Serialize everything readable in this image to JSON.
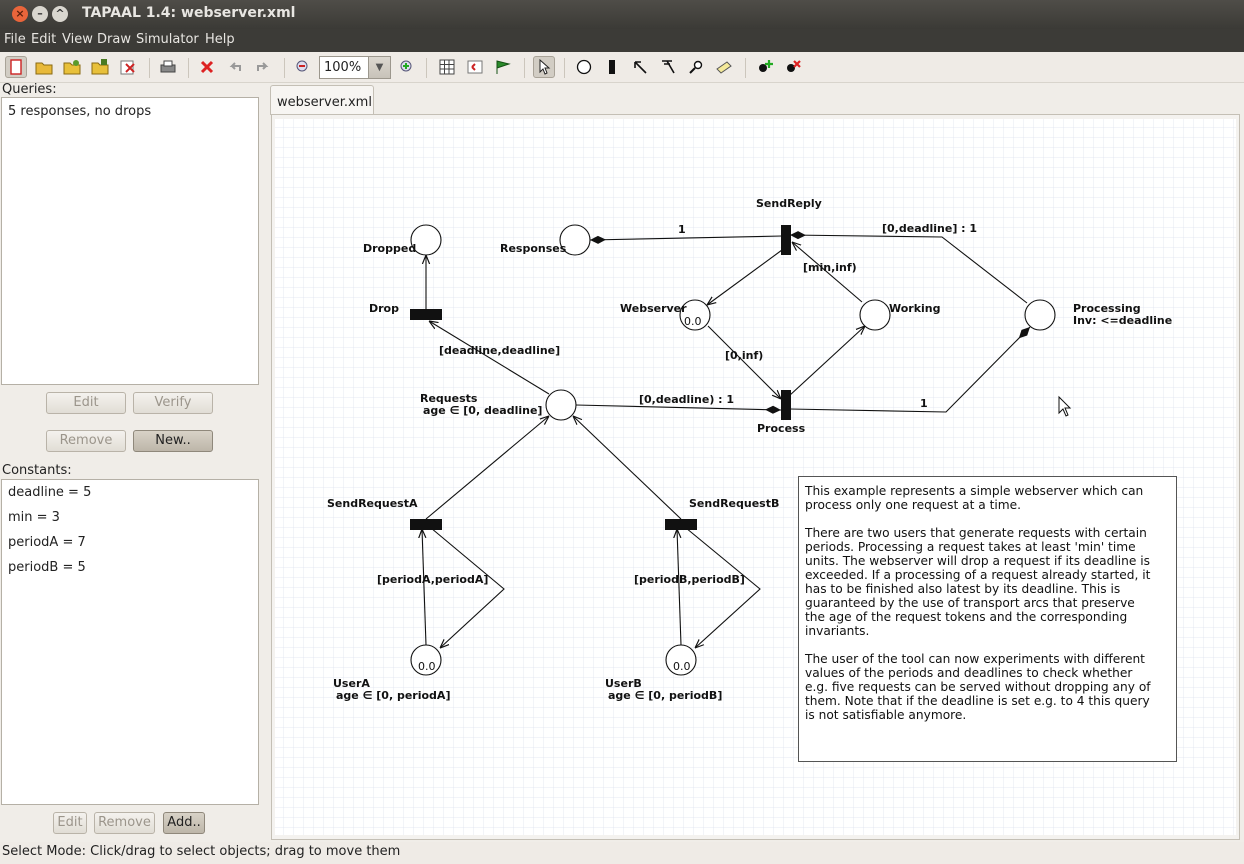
{
  "window": {
    "title": "TAPAAL 1.4: webserver.xml"
  },
  "menu": [
    "File",
    "Edit",
    "View",
    "Draw",
    "Simulator",
    "Help"
  ],
  "toolbar": {
    "zoom": "100%"
  },
  "queries": {
    "label": "Queries:",
    "items": [
      "5 responses, no drops"
    ],
    "edit": "Edit",
    "verify": "Verify",
    "remove": "Remove",
    "new": "New.."
  },
  "constants": {
    "label": "Constants:",
    "items": [
      "deadline = 5",
      "min = 3",
      "periodA = 7",
      "periodB = 5"
    ],
    "edit": "Edit",
    "remove": "Remove",
    "add": "Add.."
  },
  "tab": {
    "label": "webserver.xml"
  },
  "net": {
    "places": {
      "dropped": "Dropped",
      "responses": "Responses",
      "webserver": "Webserver",
      "working": "Working",
      "processing": "Processing",
      "processing_inv": "Inv: <=deadline",
      "requests": "Requests",
      "requests_inv": "age ∈ [0, deadline]",
      "usera": "UserA",
      "usera_inv": "age ∈ [0, periodA]",
      "userb": "UserB",
      "userb_inv": "age ∈ [0, periodB]"
    },
    "tokens": {
      "webserver": "0.0",
      "usera": "0.0",
      "userb": "0.0"
    },
    "transitions": {
      "drop": "Drop",
      "sendreply": "SendReply",
      "process": "Process",
      "sendrequesta": "SendRequestA",
      "sendrequestb": "SendRequestB"
    },
    "arcs": {
      "reply_weight": "1",
      "processing_to_reply": "[0,deadline] : 1",
      "working_to_reply": "[min,inf)",
      "webserver_to_process": "[0,inf)",
      "requests_to_process": "[0,deadline) : 1",
      "process_to_processing": "1",
      "requests_to_drop": "[deadline,deadline]",
      "usera_loop": "[periodA,periodA]",
      "userb_loop": "[periodB,periodB]"
    }
  },
  "note": {
    "p1": "This example represents a simple webserver which can\nprocess only one request at a time.",
    "p2": "There are two users that generate requests with certain\nperiods. Processing a request takes at least 'min' time\nunits. The webserver will drop a request if its deadline is\nexceeded. If a processing of a request already started, it\nhas to be finished also latest by its deadline. This is\nguaranteed by the use of transport arcs that preserve\nthe age of the request tokens and the corresponding\ninvariants.",
    "p3": "The user of the tool can now experiments with different\nvalues of the periods and deadlines to check whether\ne.g. five requests can be served without dropping any of\nthem. Note that if the deadline is set e.g. to 4 this query\nis not satisfiable anymore."
  },
  "status": "Select Mode: Click/drag to select objects; drag to move them"
}
